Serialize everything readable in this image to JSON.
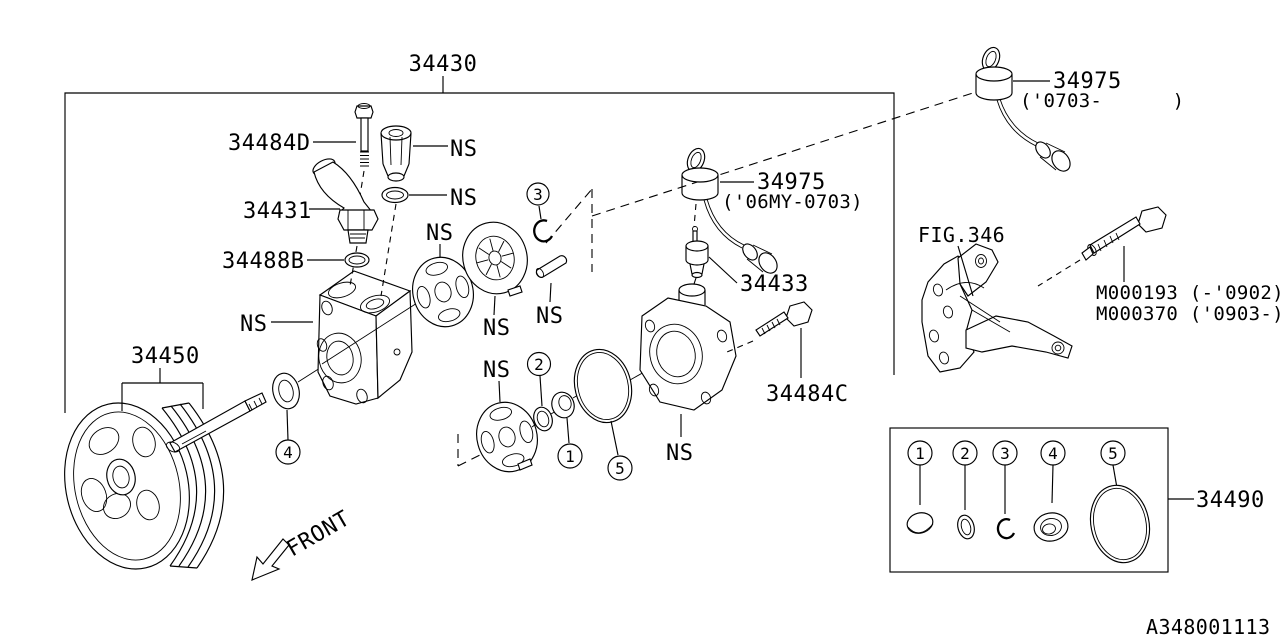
{
  "page": {
    "background": "#ffffff",
    "line_color": "#000000"
  },
  "diagram": {
    "assembly_number": "34430",
    "doc_number": "A348001113",
    "front_label": "FRONT",
    "fig_ref": "FIG.346",
    "ns": "NS",
    "labels": {
      "union_bolt": "34484D",
      "connector_elbow": "34431",
      "o_ring_small": "34488B",
      "pulley": "34450",
      "valve": "34433",
      "bolt_rear": "34484C",
      "seal_kit": "34490",
      "switch_early": {
        "number": "34975",
        "range": "('06MY-0703)"
      },
      "switch_late": {
        "number": "34975",
        "range": "('0703-      )"
      },
      "bracket_bolt_early": "M000193 (-'0902)",
      "bracket_bolt_late": "M000370 ('0903-)"
    },
    "callouts": {
      "n1": "1",
      "n2": "2",
      "n3": "3",
      "n4": "4",
      "n5": "5"
    }
  }
}
